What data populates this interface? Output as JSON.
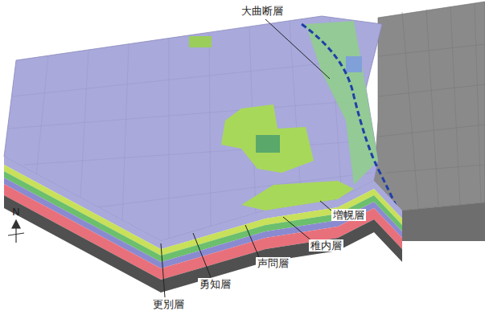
{
  "diagram": {
    "labels": [
      "大曲断層",
      "増幌層",
      "稚内層",
      "声問層",
      "勇知層",
      "更別層",
      "N"
    ]
  }
}
